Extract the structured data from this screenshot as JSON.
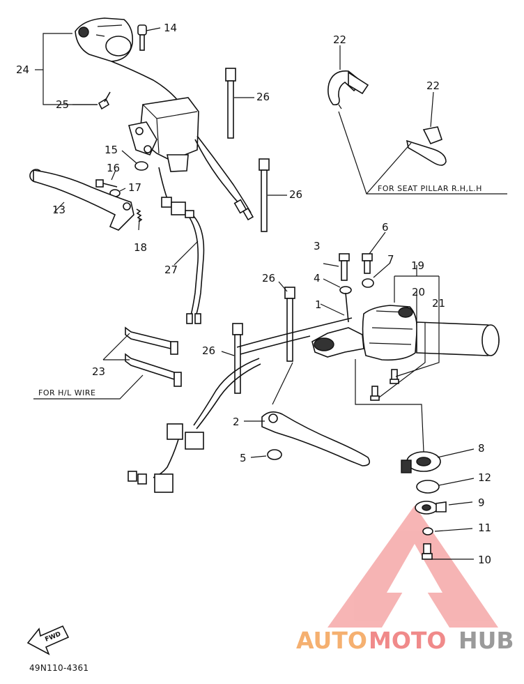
{
  "callouts": [
    "1",
    "2",
    "3",
    "4",
    "5",
    "6",
    "7",
    "8",
    "9",
    "10",
    "11",
    "12",
    "13",
    "14",
    "15",
    "16",
    "17",
    "18",
    "19",
    "20",
    "21",
    "22",
    "22",
    "23",
    "24",
    "25",
    "26",
    "26",
    "26",
    "26",
    "27"
  ],
  "notes": {
    "seat_pillar": "FOR SEAT PILLAR R.H,L.H",
    "hl_wire": "FOR H/L WIRE"
  },
  "fwd_label": "FWD",
  "diagram_code": "49N110-4361",
  "watermark": {
    "part1": "AUTO",
    "part2": "MOTO",
    "part3": "HUB",
    "colors": {
      "auto": "#f5b070",
      "moto": "#f08a8a",
      "hub": "#9a9a9a",
      "triangle": "#f07878"
    }
  }
}
